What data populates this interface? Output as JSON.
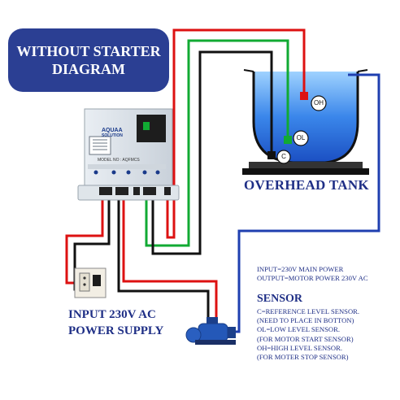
{
  "title_box": {
    "line1": "WITHOUT STARTER",
    "line2": "DIAGRAM"
  },
  "tank": {
    "label": "OVERHEAD TANK",
    "sensors": [
      {
        "tag": "OH",
        "color": "#dd1111"
      },
      {
        "tag": "OL",
        "color": "#11aa33"
      },
      {
        "tag": "C",
        "color": "#111111"
      }
    ]
  },
  "controller": {
    "brand": "AQUAA",
    "brand_sub": "SOLUTION",
    "model": "MODEL NO : AQFMCS"
  },
  "input_label": "INPUT 230V AC\nPOWER SUPPLY",
  "info": {
    "input": "INPUT=230V MAIN POWER",
    "output": "OUTPUT=MOTOR POWER 230V AC"
  },
  "sensor": {
    "title": "SENSOR",
    "lines": [
      "C=REFERENCE LEVEL SENSOR.",
      "(NEED TO PLACE IN BOTTON)",
      "OL=LOW LEVEL SENSOR.",
      "(FOR MOTOR START SENSOR)",
      "OH=HIGH LEVEL SENSOR.",
      "(FOR MOTER STOP SENSOR)"
    ]
  },
  "colors": {
    "title_bg": "#2b3f93",
    "label_text": "#1f2f86",
    "wire_red": "#dd1111",
    "wire_green": "#11aa33",
    "wire_black": "#111111",
    "wire_blue": "#1f3fb0",
    "water": "#2a6fe0"
  }
}
